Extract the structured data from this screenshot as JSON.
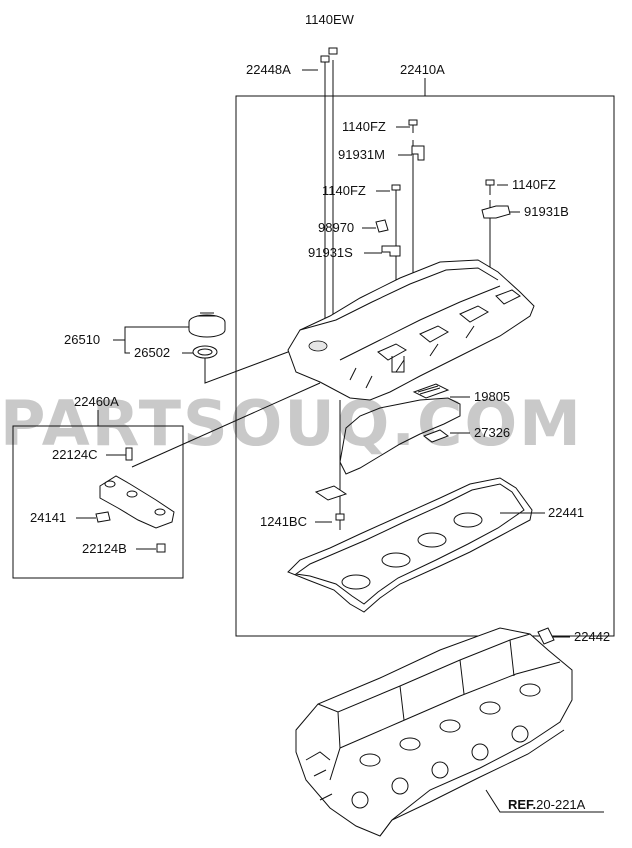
{
  "watermark": "PARTSOUQ.COM",
  "labels": {
    "p1140EW": "1140EW",
    "p22448A": "22448A",
    "p22410A": "22410A",
    "p1140FZ_a": "1140FZ",
    "p91931M": "91931M",
    "p1140FZ_b": "1140FZ",
    "p1140FZ_c": "1140FZ",
    "p91931B": "91931B",
    "p98970": "98970",
    "p91931S": "91931S",
    "p26510": "26510",
    "p26502": "26502",
    "p22460A": "22460A",
    "p19805": "19805",
    "p27326": "27326",
    "p22124C": "22124C",
    "p24141": "24141",
    "p22441": "22441",
    "p1241BC": "1241BC",
    "p22124B": "22124B",
    "p22442": "22442"
  },
  "reference": {
    "prefix": "REF.",
    "number": "20-221A"
  }
}
